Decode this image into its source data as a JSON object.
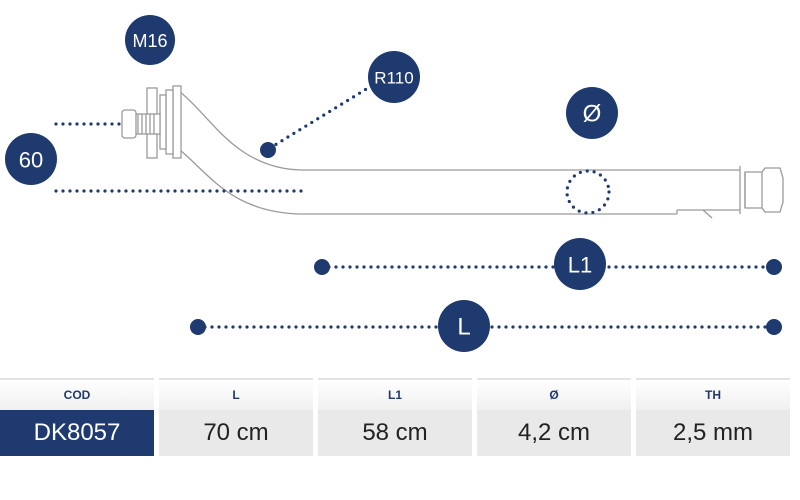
{
  "colors": {
    "primary": "#1f3a6e",
    "outline": "#9a9a9a",
    "cell_bg": "#e9e9e9",
    "text": "#222222"
  },
  "badges": {
    "m16": "M16",
    "r110": "R110",
    "diameter": "Ø",
    "sixty": "60",
    "l1": "L1",
    "l": "L"
  },
  "table": {
    "headers": [
      "COD",
      "L",
      "L1",
      "Ø",
      "TH"
    ],
    "row": [
      "DK8057",
      "70 cm",
      "58 cm",
      "4,2 cm",
      "2,5 mm"
    ]
  }
}
